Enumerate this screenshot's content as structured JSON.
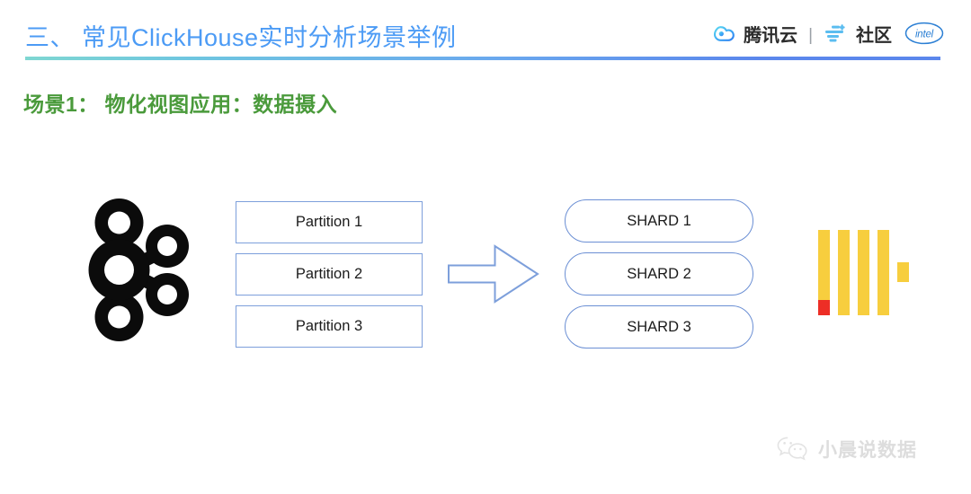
{
  "header": {
    "title": "三、 常见ClickHouse实时分析场景举例",
    "title_color": "#4c9bf5",
    "divider_gradient_from": "#7fd7d2",
    "divider_gradient_to": "#5b87ec"
  },
  "brand": {
    "tencent_cloud_icon": "tencent-cloud-icon",
    "tencent_label": "腾讯云",
    "separator": "|",
    "cloudplus_icon": "cloud-plus-icon",
    "community_label": "社区",
    "intel_icon": "intel-logo-icon",
    "intel_label": "intel"
  },
  "subtitle": {
    "text": "场景1： 物化视图应用：数据摄入",
    "color": "#4a9a3b"
  },
  "diagram": {
    "source_icon": "kafka-logo-icon",
    "partitions": [
      {
        "label": "Partition 1"
      },
      {
        "label": "Partition 2"
      },
      {
        "label": "Partition 3"
      }
    ],
    "arrow_icon": "right-block-arrow-icon",
    "shards": [
      {
        "label": "SHARD 1"
      },
      {
        "label": "SHARD 2"
      },
      {
        "label": "SHARD 3"
      }
    ],
    "target_icon": "clickhouse-logo-icon",
    "box_border_color": "#7d9fdb",
    "shard_border_color": "#6b8fd4",
    "clickhouse_bar_color": "#F7CE3E",
    "clickhouse_accent_color": "#ED2E26"
  },
  "watermark": {
    "icon": "wechat-icon",
    "text": "小晨说数据",
    "color": "#dcdcdc"
  }
}
